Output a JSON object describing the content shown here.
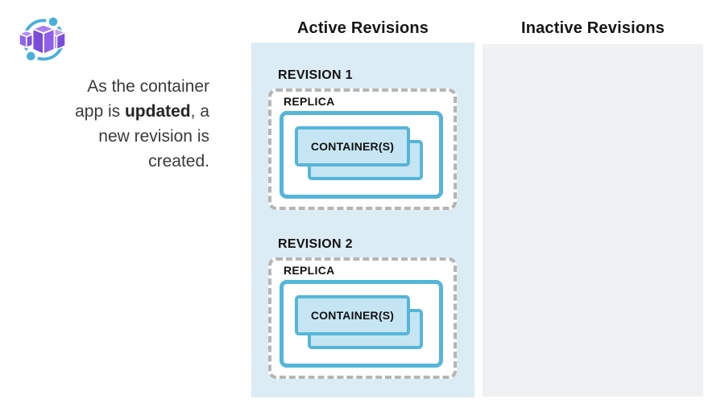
{
  "intro": {
    "line1": "As the container",
    "line2_before": "app is ",
    "line2_bold": "updated",
    "line2_after": ", a",
    "line3": "new revision is",
    "line4": "created."
  },
  "active_column": {
    "title": "Active Revisions",
    "revisions": [
      {
        "label": "REVISION 1",
        "replica_label": "REPLICA",
        "container_label": "CONTAINER(S)"
      },
      {
        "label": "REVISION 2",
        "replica_label": "REPLICA",
        "container_label": "CONTAINER(S)"
      }
    ]
  },
  "inactive_column": {
    "title": "Inactive Revisions"
  },
  "colors": {
    "active_panel_bg": "#DCECF5",
    "inactive_panel_bg": "#F0F1F2",
    "box_border_blue": "#54B6D9",
    "container_card_fill": "#C6E5F2",
    "dashed_border_gray": "#B5B5B5",
    "orbit_blue": "#4AAFDB",
    "cube_purple_dark": "#7B4CDB",
    "cube_purple_mid": "#8E5FE8",
    "cube_purple_light": "#A77FF3",
    "text_dark": "#3A3A3A"
  }
}
